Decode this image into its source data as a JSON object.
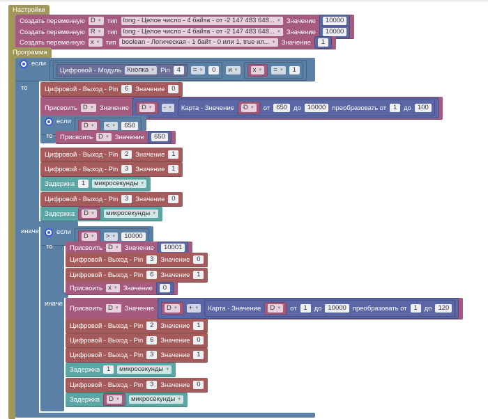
{
  "palette": {
    "settings": "#a0955a",
    "control": "#5b80a5",
    "digital": "#a55b5b",
    "variable": "#a55b80",
    "math": "#5b67a5",
    "time": "#5ba5a5",
    "module": "#6b6e97"
  },
  "rows": [
    {
      "c": "settings",
      "parts": [
        {
          "k": "text",
          "v": "Настройки"
        }
      ]
    },
    {
      "c": "variable",
      "parts": [
        {
          "k": "text",
          "v": "Создать переменную"
        },
        {
          "k": "dd",
          "v": "D"
        },
        {
          "k": "text",
          "v": "тип"
        },
        {
          "k": "dd",
          "v": "long - Целое число - 4 байта - от -2 147 483 648..."
        },
        {
          "k": "text",
          "v": "Значение"
        },
        {
          "k": "block",
          "c": "math",
          "parts": [
            {
              "k": "num",
              "v": "10000"
            }
          ]
        }
      ]
    },
    {
      "c": "variable",
      "parts": [
        {
          "k": "text",
          "v": "Создать переменную"
        },
        {
          "k": "dd",
          "v": "R"
        },
        {
          "k": "text",
          "v": "тип"
        },
        {
          "k": "dd",
          "v": "long - Целое число - 4 байта - от -2 147 483 648..."
        },
        {
          "k": "text",
          "v": "Значение"
        },
        {
          "k": "block",
          "c": "math",
          "parts": [
            {
              "k": "num",
              "v": "10000"
            }
          ]
        }
      ]
    },
    {
      "c": "variable",
      "parts": [
        {
          "k": "text",
          "v": "Создать переменную"
        },
        {
          "k": "dd",
          "v": "x"
        },
        {
          "k": "text",
          "v": "тип"
        },
        {
          "k": "dd",
          "v": "boolean - Логическая - 1 байт - 0 или 1, true ил..."
        },
        {
          "k": "text",
          "v": "Значение"
        },
        {
          "k": "block",
          "c": "math",
          "parts": [
            {
              "k": "num",
              "v": "1"
            }
          ]
        }
      ]
    },
    {
      "c": "settings",
      "parts": [
        {
          "k": "text",
          "v": "Программа"
        }
      ]
    },
    {
      "c": "control",
      "parts": [
        {
          "k": "icon",
          "v": "gear"
        },
        {
          "k": "text",
          "v": "если"
        },
        {
          "k": "block",
          "c": "control",
          "parts": [
            {
              "k": "block",
              "c": "control",
              "parts": [
                {
                  "k": "block",
                  "c": "module",
                  "parts": [
                    {
                      "k": "text",
                      "v": "Цифровой - Модуль"
                    },
                    {
                      "k": "dd",
                      "v": "Кнопка"
                    },
                    {
                      "k": "text",
                      "v": "Pin"
                    },
                    {
                      "k": "num",
                      "v": "4"
                    }
                  ]
                },
                {
                  "k": "dd",
                  "v": "="
                },
                {
                  "k": "num",
                  "v": "0"
                }
              ]
            },
            {
              "k": "dd",
              "v": "и"
            },
            {
              "k": "block",
              "c": "control",
              "parts": [
                {
                  "k": "var",
                  "v": "x"
                },
                {
                  "k": "dd",
                  "v": "="
                },
                {
                  "k": "num",
                  "v": "1"
                }
              ]
            }
          ]
        }
      ]
    },
    {
      "c": "label",
      "parts": [
        {
          "k": "text",
          "v": "то"
        }
      ]
    },
    {
      "c": "digital",
      "parts": [
        {
          "k": "text",
          "v": "Цифровой - Выход - Pin"
        },
        {
          "k": "num",
          "v": "6"
        },
        {
          "k": "text",
          "v": "Значение"
        },
        {
          "k": "num",
          "v": "0"
        }
      ]
    },
    {
      "c": "variable",
      "parts": [
        {
          "k": "text",
          "v": "Присвоить"
        },
        {
          "k": "dd",
          "v": "D"
        },
        {
          "k": "text",
          "v": "Значение"
        },
        {
          "k": "block",
          "c": "math",
          "parts": [
            {
              "k": "var",
              "v": "D"
            },
            {
              "k": "dd",
              "v": "-"
            },
            {
              "k": "block",
              "c": "math",
              "parts": [
                {
                  "k": "text",
                  "v": "Карта - Значение"
                },
                {
                  "k": "var",
                  "v": "D"
                },
                {
                  "k": "text",
                  "v": "от"
                },
                {
                  "k": "num",
                  "v": "650"
                },
                {
                  "k": "text",
                  "v": "до"
                },
                {
                  "k": "num",
                  "v": "10000"
                },
                {
                  "k": "text",
                  "v": "преобразовать от"
                },
                {
                  "k": "num",
                  "v": "1"
                },
                {
                  "k": "text",
                  "v": "до"
                },
                {
                  "k": "num",
                  "v": "100"
                }
              ]
            }
          ]
        }
      ]
    },
    {
      "c": "control",
      "parts": [
        {
          "k": "icon",
          "v": "gear"
        },
        {
          "k": "text",
          "v": "если"
        },
        {
          "k": "block",
          "c": "control",
          "parts": [
            {
              "k": "var",
              "v": "D"
            },
            {
              "k": "dd",
              "v": "<"
            },
            {
              "k": "num",
              "v": "650"
            }
          ]
        }
      ]
    },
    {
      "c": "label",
      "parts": [
        {
          "k": "text",
          "v": "то"
        }
      ]
    },
    {
      "c": "variable",
      "parts": [
        {
          "k": "text",
          "v": "Присвоить"
        },
        {
          "k": "dd",
          "v": "D"
        },
        {
          "k": "text",
          "v": "Значение"
        },
        {
          "k": "block",
          "c": "math",
          "parts": [
            {
              "k": "num",
              "v": "650"
            }
          ]
        }
      ]
    },
    {
      "c": "digital",
      "parts": [
        {
          "k": "text",
          "v": "Цифровой - Выход - Pin"
        },
        {
          "k": "num",
          "v": "2"
        },
        {
          "k": "text",
          "v": "Значение"
        },
        {
          "k": "num",
          "v": "1"
        }
      ]
    },
    {
      "c": "digital",
      "parts": [
        {
          "k": "text",
          "v": "Цифровой - Выход - Pin"
        },
        {
          "k": "num",
          "v": "3"
        },
        {
          "k": "text",
          "v": "Значение"
        },
        {
          "k": "num",
          "v": "1"
        }
      ]
    },
    {
      "c": "time",
      "parts": [
        {
          "k": "text",
          "v": "Задержка"
        },
        {
          "k": "num",
          "v": "1"
        },
        {
          "k": "dd",
          "v": "микросекунды"
        }
      ]
    },
    {
      "c": "digital",
      "parts": [
        {
          "k": "text",
          "v": "Цифровой - Выход - Pin"
        },
        {
          "k": "num",
          "v": "3"
        },
        {
          "k": "text",
          "v": "Значение"
        },
        {
          "k": "num",
          "v": "0"
        }
      ]
    },
    {
      "c": "time",
      "parts": [
        {
          "k": "text",
          "v": "Задержка"
        },
        {
          "k": "var",
          "v": "D"
        },
        {
          "k": "dd",
          "v": "микросекунды"
        }
      ]
    },
    {
      "c": "label",
      "parts": [
        {
          "k": "text",
          "v": "иначе"
        }
      ]
    },
    {
      "c": "control",
      "parts": [
        {
          "k": "icon",
          "v": "gear"
        },
        {
          "k": "text",
          "v": "если"
        },
        {
          "k": "block",
          "c": "control",
          "parts": [
            {
              "k": "var",
              "v": "D"
            },
            {
              "k": "dd",
              "v": ">"
            },
            {
              "k": "num",
              "v": "10000"
            }
          ]
        }
      ]
    },
    {
      "c": "label",
      "parts": [
        {
          "k": "text",
          "v": "то"
        }
      ]
    },
    {
      "c": "variable",
      "parts": [
        {
          "k": "text",
          "v": "Присвоить"
        },
        {
          "k": "dd",
          "v": "D"
        },
        {
          "k": "text",
          "v": "Значение"
        },
        {
          "k": "block",
          "c": "math",
          "parts": [
            {
              "k": "num",
              "v": "10001"
            }
          ]
        }
      ]
    },
    {
      "c": "digital",
      "parts": [
        {
          "k": "text",
          "v": "Цифровой - Выход - Pin"
        },
        {
          "k": "num",
          "v": "3"
        },
        {
          "k": "text",
          "v": "Значение"
        },
        {
          "k": "num",
          "v": "0"
        }
      ]
    },
    {
      "c": "digital",
      "parts": [
        {
          "k": "text",
          "v": "Цифровой - Выход - Pin"
        },
        {
          "k": "num",
          "v": "6"
        },
        {
          "k": "text",
          "v": "Значение"
        },
        {
          "k": "num",
          "v": "1"
        }
      ]
    },
    {
      "c": "variable",
      "parts": [
        {
          "k": "text",
          "v": "Присвоить"
        },
        {
          "k": "dd",
          "v": "x"
        },
        {
          "k": "text",
          "v": "Значение"
        },
        {
          "k": "block",
          "c": "math",
          "parts": [
            {
              "k": "num",
              "v": "0"
            }
          ]
        }
      ]
    },
    {
      "c": "label",
      "parts": [
        {
          "k": "text",
          "v": "иначе"
        }
      ]
    },
    {
      "c": "variable",
      "parts": [
        {
          "k": "text",
          "v": "Присвоить"
        },
        {
          "k": "dd",
          "v": "D"
        },
        {
          "k": "text",
          "v": "Значение"
        },
        {
          "k": "block",
          "c": "math",
          "parts": [
            {
              "k": "var",
              "v": "D"
            },
            {
              "k": "dd",
              "v": "+"
            },
            {
              "k": "block",
              "c": "math",
              "parts": [
                {
                  "k": "text",
                  "v": "Карта - Значение"
                },
                {
                  "k": "var",
                  "v": "D"
                },
                {
                  "k": "text",
                  "v": "от"
                },
                {
                  "k": "num",
                  "v": "1"
                },
                {
                  "k": "text",
                  "v": "до"
                },
                {
                  "k": "num",
                  "v": "10000"
                },
                {
                  "k": "text",
                  "v": "преобразовать от"
                },
                {
                  "k": "num",
                  "v": "1"
                },
                {
                  "k": "text",
                  "v": "до"
                },
                {
                  "k": "num",
                  "v": "120"
                }
              ]
            }
          ]
        }
      ]
    },
    {
      "c": "digital",
      "parts": [
        {
          "k": "text",
          "v": "Цифровой - Выход - Pin"
        },
        {
          "k": "num",
          "v": "2"
        },
        {
          "k": "text",
          "v": "Значение"
        },
        {
          "k": "num",
          "v": "1"
        }
      ]
    },
    {
      "c": "digital",
      "parts": [
        {
          "k": "text",
          "v": "Цифровой - Выход - Pin"
        },
        {
          "k": "num",
          "v": "6"
        },
        {
          "k": "text",
          "v": "Значение"
        },
        {
          "k": "num",
          "v": "0"
        }
      ]
    },
    {
      "c": "digital",
      "parts": [
        {
          "k": "text",
          "v": "Цифровой - Выход - Pin"
        },
        {
          "k": "num",
          "v": "3"
        },
        {
          "k": "text",
          "v": "Значение"
        },
        {
          "k": "num",
          "v": "1"
        }
      ]
    },
    {
      "c": "time",
      "parts": [
        {
          "k": "text",
          "v": "Задержка"
        },
        {
          "k": "num",
          "v": "1"
        },
        {
          "k": "dd",
          "v": "микросекунды"
        }
      ]
    },
    {
      "c": "digital",
      "parts": [
        {
          "k": "text",
          "v": "Цифровой - Выход - Pin"
        },
        {
          "k": "num",
          "v": "3"
        },
        {
          "k": "text",
          "v": "Значение"
        },
        {
          "k": "num",
          "v": "0"
        }
      ]
    },
    {
      "c": "time",
      "parts": [
        {
          "k": "text",
          "v": "Задержка"
        },
        {
          "k": "var",
          "v": "D"
        },
        {
          "k": "dd",
          "v": "микросекунды"
        }
      ]
    }
  ]
}
